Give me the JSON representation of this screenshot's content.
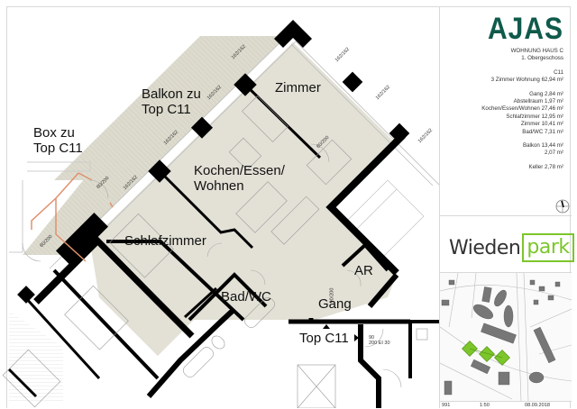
{
  "sheet": {
    "logo": "AJAS",
    "info": {
      "building": "WOHNUNG HAUS C",
      "floor": "1. Obergeschoss",
      "unit": "C11",
      "apartment": "3 Zimmer Wohnung 62,94 m²",
      "areas": [
        "Gang 2,84 m²",
        "Abstellraum 1,97 m²",
        "Kochen/Essen/Wohnen 27,46 m²",
        "Schlafzimmer 12,95 m²",
        "Zimmer 10,41 m²",
        "Bad/WC 7,31 m²"
      ],
      "outdoor": [
        "Balkon 13,44 m²",
        "2,07 m²"
      ],
      "storage": "Keller 2,78 m²"
    },
    "brand": {
      "part1": "Wieden",
      "part2": "park"
    },
    "footer": {
      "plan_no": "991",
      "scale": "1:50",
      "date": "08.09.2018"
    }
  },
  "plan": {
    "rooms": [
      {
        "id": "zimmer",
        "label": "Zimmer"
      },
      {
        "id": "kochen",
        "label": "Kochen/Essen/\nWohnen"
      },
      {
        "id": "schlafzimmer",
        "label": "Schlafzimmer"
      },
      {
        "id": "bad",
        "label": "Bad/WC"
      },
      {
        "id": "ar",
        "label": "AR"
      },
      {
        "id": "gang",
        "label": "Gang"
      },
      {
        "id": "balkon",
        "label": "Balkon zu\nTop C11"
      },
      {
        "id": "box",
        "label": "Box zu\nTop C11"
      },
      {
        "id": "entry",
        "label": "Top C11"
      }
    ],
    "window_dims": [
      "162/162",
      "162/162",
      "162/162",
      "162/162",
      "162/162",
      "162/162",
      "162/162"
    ],
    "door_dims": [
      "80/200",
      "80/200",
      "80/200",
      "90/200"
    ],
    "entry_door": "90\n200 EI 30",
    "colors": {
      "room_fill": "#e3e1d6",
      "balcony_fill": "#dddbce",
      "wall": "#000000",
      "box_outline": "#e0906f",
      "logo_green": "#0f5a4b",
      "brand_green": "#7cc62b",
      "site_highlight": "#7cc62b"
    }
  }
}
